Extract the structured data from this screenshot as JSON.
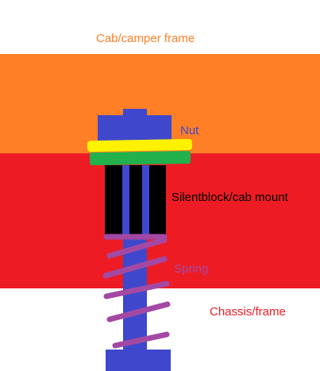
{
  "labels": {
    "cab_frame": "Cab/camper frame",
    "nut": "Nut",
    "silentblock": "Silentblock/cab mount",
    "spring": "Spring",
    "chassis": "Chassis/frame"
  },
  "colors": {
    "cab_frame": "#ff7f27",
    "chassis": "#ed1c24",
    "nut": "#3f48cc",
    "washer": "#fff200",
    "rubber": "#22b14c",
    "silentblock": "#000000",
    "bolt": "#3f48cc",
    "spring": "#a349a4",
    "label_cab": "#ff7f27",
    "label_nut": "#3f48cc",
    "label_silentblock": "#000000",
    "label_spring": "#a349a4",
    "label_chassis": "#ed1c24"
  }
}
